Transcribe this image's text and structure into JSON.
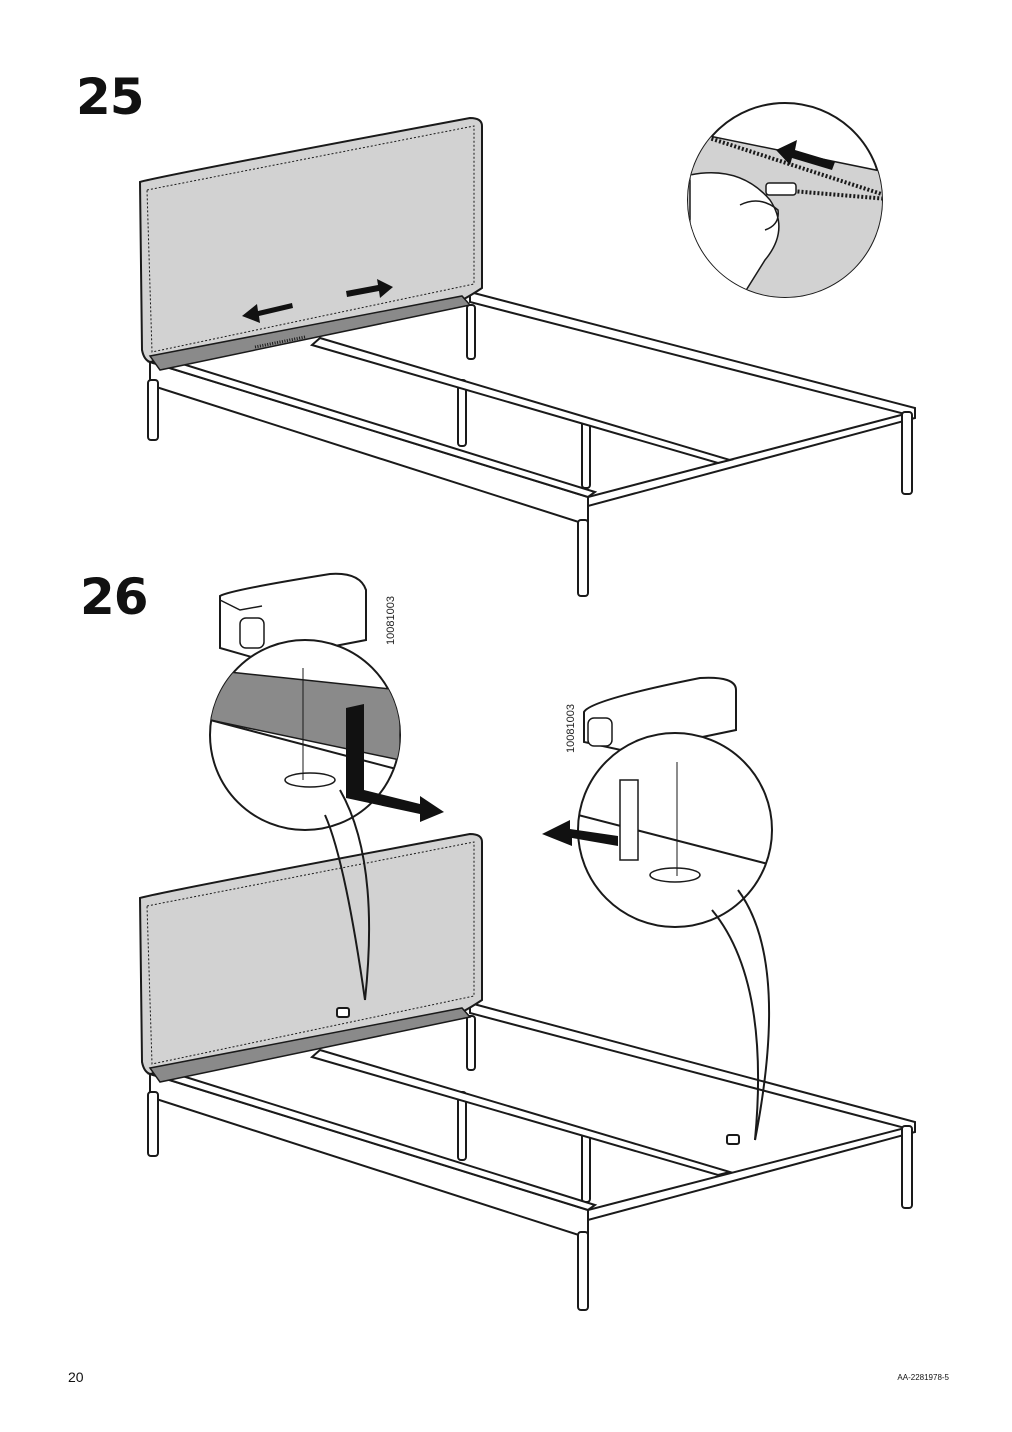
{
  "steps": [
    {
      "number": "25"
    },
    {
      "number": "26"
    }
  ],
  "part_numbers": {
    "left": "10081003",
    "right": "10081003"
  },
  "footer": {
    "page_number": "20",
    "document_id": "AA-2281978-5"
  },
  "colors": {
    "line": "#1a1a1a",
    "fabric": "#d2d2d2",
    "fabric_dark": "#8a8a8a",
    "arrow": "#111111"
  }
}
